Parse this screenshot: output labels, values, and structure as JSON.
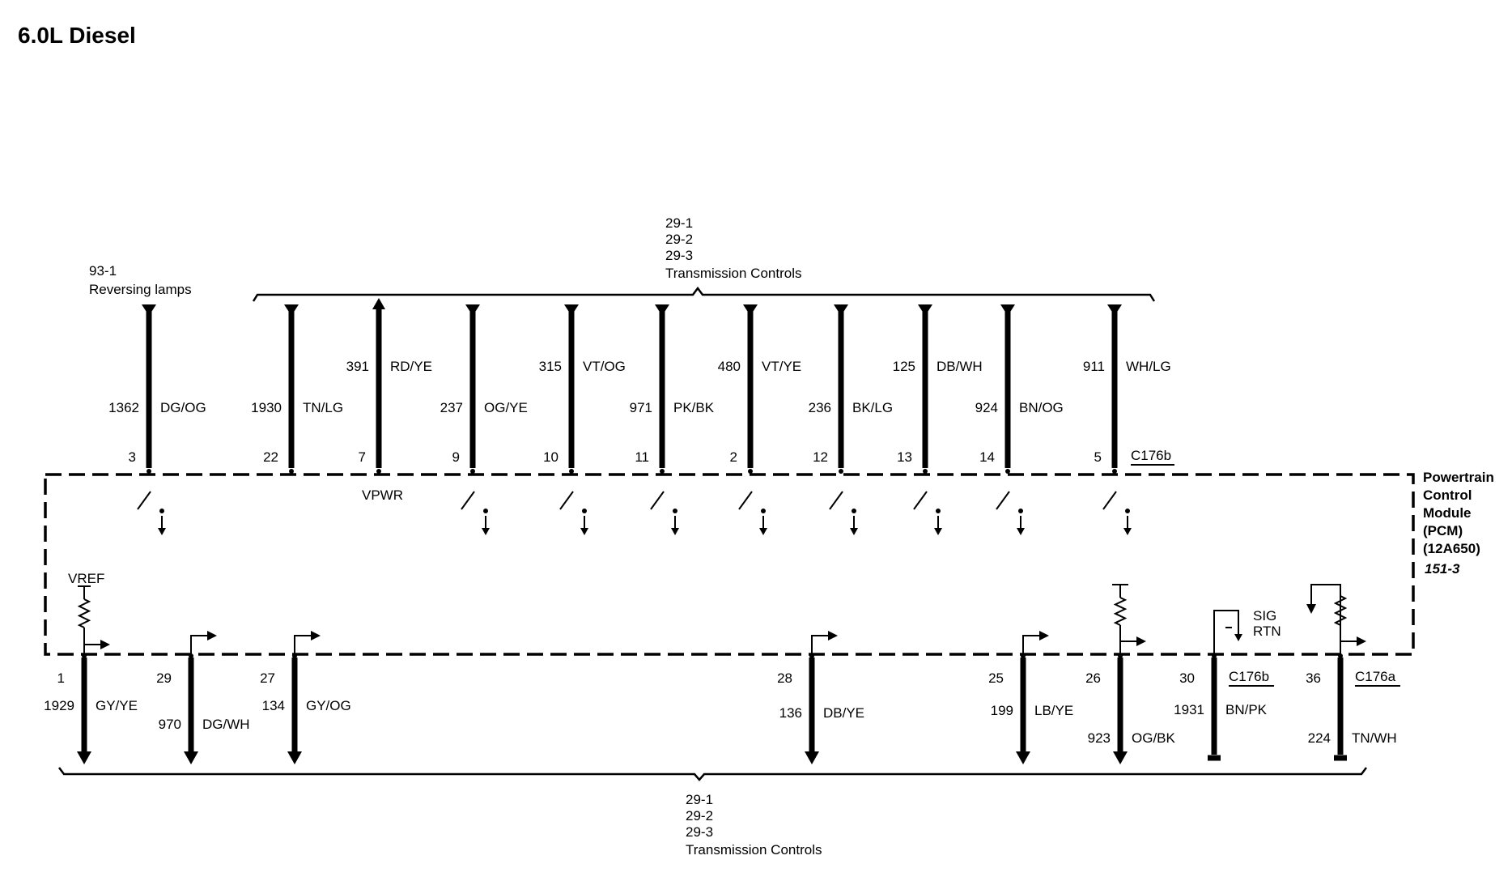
{
  "title": "6.0L Diesel",
  "module": {
    "lines": [
      "Powertrain",
      "Control",
      "Module",
      "(PCM)",
      "(12A650)"
    ],
    "page_ref": "151-3"
  },
  "reversing": {
    "ref": "93-1",
    "label": "Reversing lamps"
  },
  "top_group": {
    "refs": [
      "29-1",
      "29-2",
      "29-3"
    ],
    "label": "Transmission Controls"
  },
  "bottom_group": {
    "refs": [
      "29-1",
      "29-2",
      "29-3"
    ],
    "label": "Transmission Controls"
  },
  "internal_labels": {
    "vpwr": "VPWR",
    "vref": "VREF",
    "sig": "SIG",
    "rtn": "RTN"
  },
  "top_wires": [
    {
      "pin": "3",
      "circuit": "1362",
      "color": "DG/OG",
      "dir": "in",
      "switch": true,
      "connector": ""
    },
    {
      "pin": "22",
      "circuit": "1930",
      "color": "TN/LG",
      "dir": "in",
      "switch": false,
      "connector": ""
    },
    {
      "pin": "7",
      "circuit": "391",
      "color": "RD/YE",
      "dir": "out",
      "switch": false,
      "connector": ""
    },
    {
      "pin": "9",
      "circuit": "237",
      "color": "OG/YE",
      "dir": "in",
      "switch": true,
      "connector": ""
    },
    {
      "pin": "10",
      "circuit": "315",
      "color": "VT/OG",
      "dir": "in",
      "switch": true,
      "connector": ""
    },
    {
      "pin": "11",
      "circuit": "971",
      "color": "PK/BK",
      "dir": "in",
      "switch": true,
      "connector": ""
    },
    {
      "pin": "2",
      "circuit": "480",
      "color": "VT/YE",
      "dir": "in",
      "switch": true,
      "connector": ""
    },
    {
      "pin": "12",
      "circuit": "236",
      "color": "BK/LG",
      "dir": "in",
      "switch": true,
      "connector": ""
    },
    {
      "pin": "13",
      "circuit": "125",
      "color": "DB/WH",
      "dir": "in",
      "switch": true,
      "connector": ""
    },
    {
      "pin": "14",
      "circuit": "924",
      "color": "BN/OG",
      "dir": "in",
      "switch": true,
      "connector": ""
    },
    {
      "pin": "5",
      "circuit": "911",
      "color": "WH/LG",
      "dir": "in",
      "switch": true,
      "connector": "C176b"
    }
  ],
  "bottom_wires": [
    {
      "pin": "1",
      "circuit": "1929",
      "color": "GY/YE",
      "kind": "vref",
      "connector": ""
    },
    {
      "pin": "29",
      "circuit": "970",
      "color": "DG/WH",
      "kind": "flag",
      "connector": ""
    },
    {
      "pin": "27",
      "circuit": "134",
      "color": "GY/OG",
      "kind": "flag",
      "connector": ""
    },
    {
      "pin": "28",
      "circuit": "136",
      "color": "DB/YE",
      "kind": "flag",
      "connector": ""
    },
    {
      "pin": "25",
      "circuit": "199",
      "color": "LB/YE",
      "kind": "flag",
      "connector": ""
    },
    {
      "pin": "26",
      "circuit": "923",
      "color": "OG/BK",
      "kind": "pullup",
      "connector": ""
    },
    {
      "pin": "30",
      "circuit": "1931",
      "color": "BN/PK",
      "kind": "sigrtn",
      "connector": "C176b"
    },
    {
      "pin": "36",
      "circuit": "224",
      "color": "TN/WH",
      "kind": "ground",
      "connector": "C176a"
    }
  ]
}
